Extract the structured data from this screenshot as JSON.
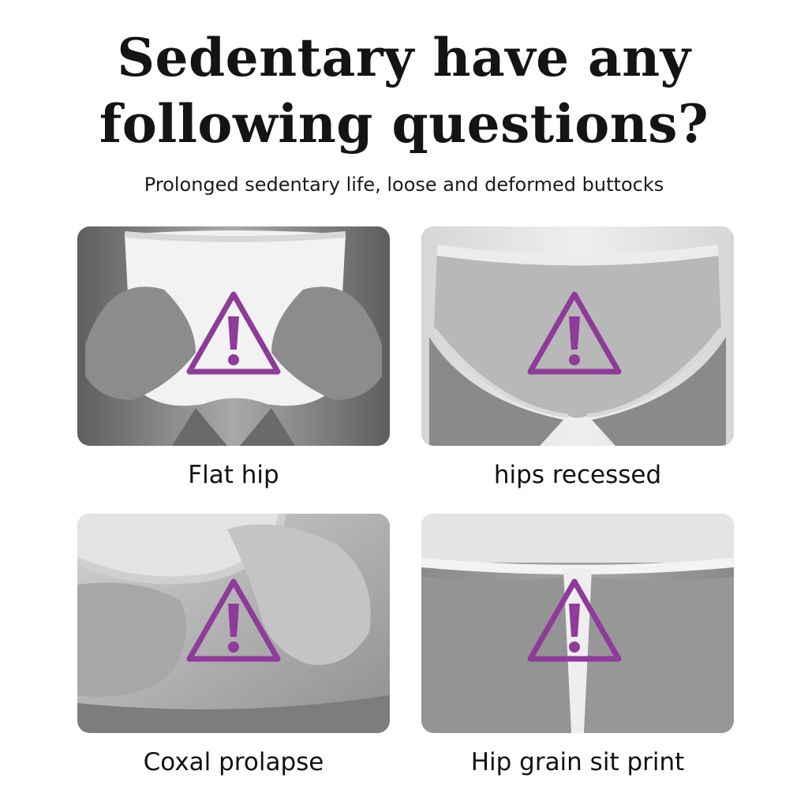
{
  "header": {
    "title_line1": "Sedentary have any",
    "title_line2": "following questions?",
    "subtitle": "Prolonged sedentary life, loose and deformed buttocks"
  },
  "accent_color": "#8e3b99",
  "panels": [
    {
      "caption": "Flat hip",
      "icon": "warning-triangle-icon"
    },
    {
      "caption": "hips recessed",
      "icon": "warning-triangle-icon"
    },
    {
      "caption": "Coxal prolapse",
      "icon": "warning-triangle-icon"
    },
    {
      "caption": "Hip grain sit print",
      "icon": "warning-triangle-icon"
    }
  ]
}
